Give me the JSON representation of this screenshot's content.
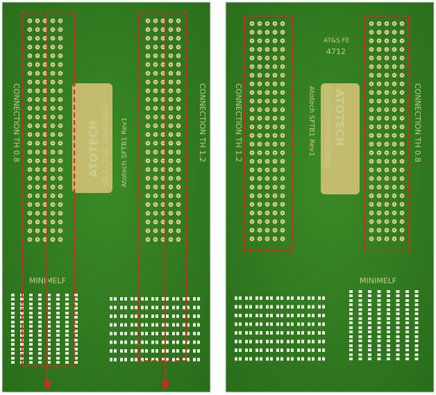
{
  "colors": {
    "board_green": "#2f7a1f",
    "board_edge": "#276a1a",
    "pad_gold": "#e3dca0",
    "pad_white": "#e9ebe0",
    "silkscreen": "#c9cf8c",
    "highlight_red": "#e2231a",
    "logo_plate": "#d4c275"
  },
  "left_board": {
    "left_label": "CONNECTION TH 0.8",
    "right_label": "CONNECTION TH 1.2",
    "logo_text": "ATOTECH",
    "logo_line2": "SELECTIVE FINISHING",
    "logo_line3": "Atotech SFTB1 Rev1",
    "smd_label": "MINIMELF"
  },
  "right_board": {
    "left_label": "CONNECTION TH 1.2",
    "right_label": "CONNECTION TH 0.8",
    "logo_text": "ATOTECH",
    "logo_line2": "SELECTIVE FINISHING",
    "logo_line3": "Atotech SFTB1 Rev1",
    "top_marking": "AT&S FE",
    "top_number": "4712",
    "smd_label": "MINIMELF"
  }
}
